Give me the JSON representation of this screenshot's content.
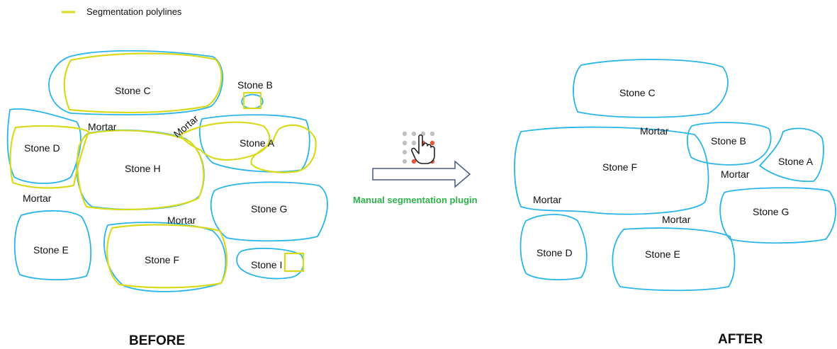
{
  "legend": {
    "label": "Segmentation polylines"
  },
  "colors": {
    "stone_outline": "#2BB5E8",
    "segmentation": "#D9DA1E",
    "plugin_label": "#2DB34A",
    "arrow_outline": "#4A5A86",
    "dot_grey": "#C0C0C0",
    "dot_red": "#E8573D"
  },
  "icons": {
    "plugin": "hand-pointer-icon",
    "arrow": "right-arrow-icon"
  },
  "before": {
    "caption": "BEFORE",
    "stones": [
      "Stone C",
      "Stone B",
      "Stone D",
      "Stone H",
      "Stone A",
      "Stone G",
      "Stone E",
      "Stone F",
      "Stone I"
    ],
    "mortar": [
      "Mortar",
      "Mortar",
      "Mortar",
      "Mortar"
    ]
  },
  "plugin": {
    "label": "Manual segmentation plugin"
  },
  "after": {
    "caption": "AFTER",
    "stones": [
      "Stone C",
      "Stone B",
      "Stone A",
      "Stone F",
      "Stone G",
      "Stone D",
      "Stone E"
    ],
    "mortar": [
      "Mortar",
      "Mortar",
      "Mortar",
      "Mortar"
    ]
  }
}
